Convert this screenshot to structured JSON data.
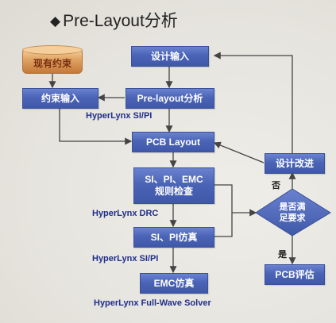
{
  "page": {
    "top_partial_text": "",
    "title": "Pre-Layout分析",
    "bottom_partial_text": ""
  },
  "nodes": {
    "existing_constraints": "现有约束",
    "design_input": "设计输入",
    "constraint_input": "约束输入",
    "pre_layout": "Pre-layout分析",
    "pcb_layout": "PCB Layout",
    "si_rules_line1": "SI、PI、EMC",
    "si_rules_line2": "规则检查",
    "si_pi_sim": "SI、PI仿真",
    "emc_sim": "EMC仿真",
    "design_improve": "设计改进",
    "decision_line1": "是否满",
    "decision_line2": "足要求",
    "pcb_eval": "PCB评估"
  },
  "tool_labels": {
    "hyperlynx_si_pi_1": "HyperLynx SI/PI",
    "hyperlynx_drc": "HyperLynx DRC",
    "hyperlynx_si_pi_2": "HyperLynx SI/PI",
    "fullwave": "HyperLynx Full-Wave Solver"
  },
  "branch_labels": {
    "no": "否",
    "yes": "是"
  }
}
